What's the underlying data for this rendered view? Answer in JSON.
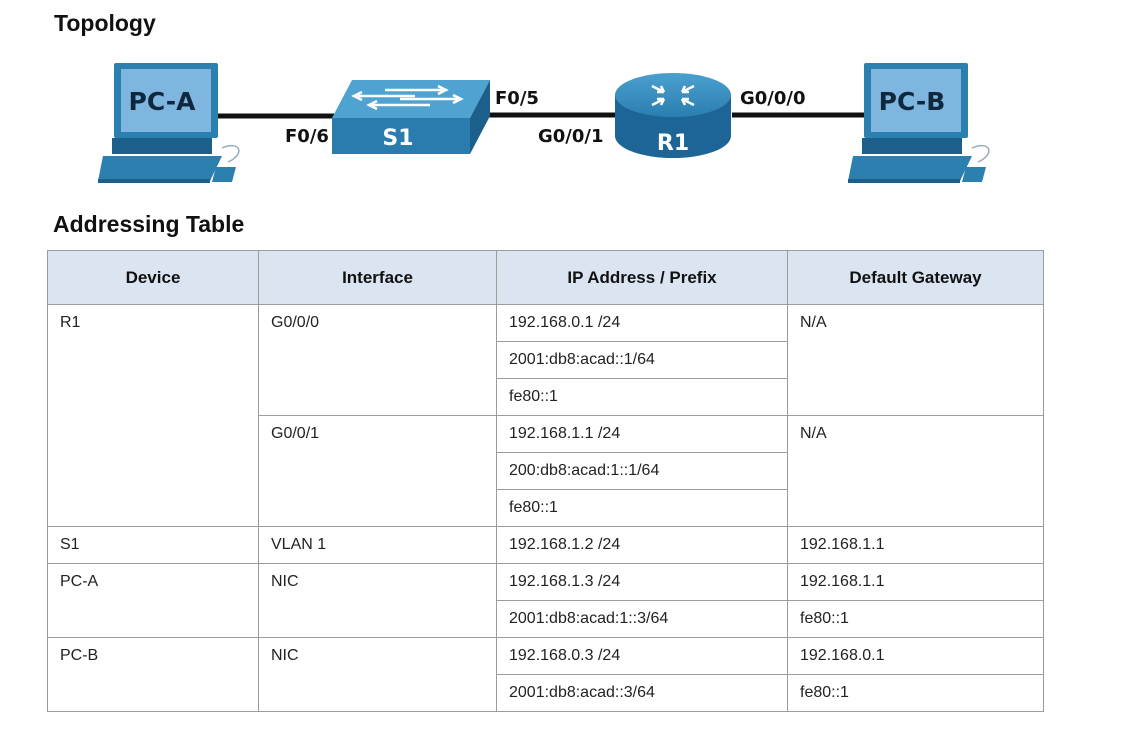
{
  "topology": {
    "heading": "Topology",
    "devices": {
      "pc_a": "PC-A",
      "s1": "S1",
      "r1": "R1",
      "pc_b": "PC-B"
    },
    "ports": {
      "pca_s1": "F0/6",
      "s1_r1": "F0/5",
      "r1_s1": "G0/0/1",
      "r1_pcb": "G0/0/0"
    },
    "colors": {
      "device_blue": "#2c80b0",
      "device_dark": "#1c5f8a",
      "screen": "#7fb6e0",
      "link": "#111111"
    }
  },
  "addressing": {
    "heading": "Addressing Table",
    "headers": [
      "Device",
      "Interface",
      "IP Address / Prefix",
      "Default Gateway"
    ],
    "rows": {
      "r1": {
        "device": "R1",
        "g000": {
          "interface": "G0/0/0",
          "ips": [
            "192.168.0.1 /24",
            "2001:db8:acad::1/64",
            "fe80::1"
          ],
          "gateway": "N/A"
        },
        "g001": {
          "interface": "G0/0/1",
          "ips": [
            "192.168.1.1 /24",
            "200:db8:acad:1::1/64",
            "fe80::1"
          ],
          "gateway": "N/A"
        }
      },
      "s1": {
        "device": "S1",
        "interface": "VLAN 1",
        "ip": "192.168.1.2 /24",
        "gateway": "192.168.1.1"
      },
      "pca": {
        "device": "PC-A",
        "interface": "NIC",
        "ips": [
          "192.168.1.3 /24",
          "2001:db8:acad:1::3/64"
        ],
        "gateways": [
          "192.168.1.1",
          "fe80::1"
        ]
      },
      "pcb": {
        "device": "PC-B",
        "interface": "NIC",
        "ips": [
          "192.168.0.3 /24",
          "2001:db8:acad::3/64"
        ],
        "gateways": [
          "192.168.0.1",
          "fe80::1"
        ]
      }
    }
  }
}
